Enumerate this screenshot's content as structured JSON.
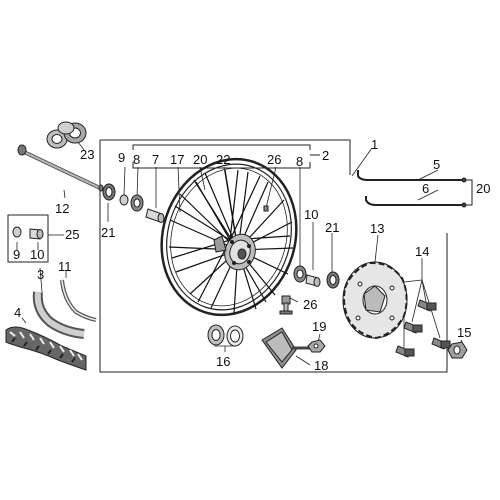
{
  "colors": {
    "line": "#222222",
    "shade": "#9a9a9a",
    "light": "#d8d8d8",
    "background": "#ffffff"
  },
  "callouts": {
    "c1": "1",
    "c2": "2",
    "c3": "3",
    "c4": "4",
    "c5": "5",
    "c6": "6",
    "c7": "7",
    "c8a": "8",
    "c8b": "8",
    "c9a": "9",
    "c9b": "9",
    "c10a": "10",
    "c10b": "10",
    "c11": "11",
    "c12": "12",
    "c13": "13",
    "c14": "14",
    "c15": "15",
    "c16": "16",
    "c17": "17",
    "c18": "18",
    "c19": "19",
    "c20a": "20",
    "c20b": "20",
    "c21a": "21",
    "c21b": "21",
    "c22": "22",
    "c23": "23",
    "c25": "25",
    "c26a": "26",
    "c26b": "26"
  }
}
